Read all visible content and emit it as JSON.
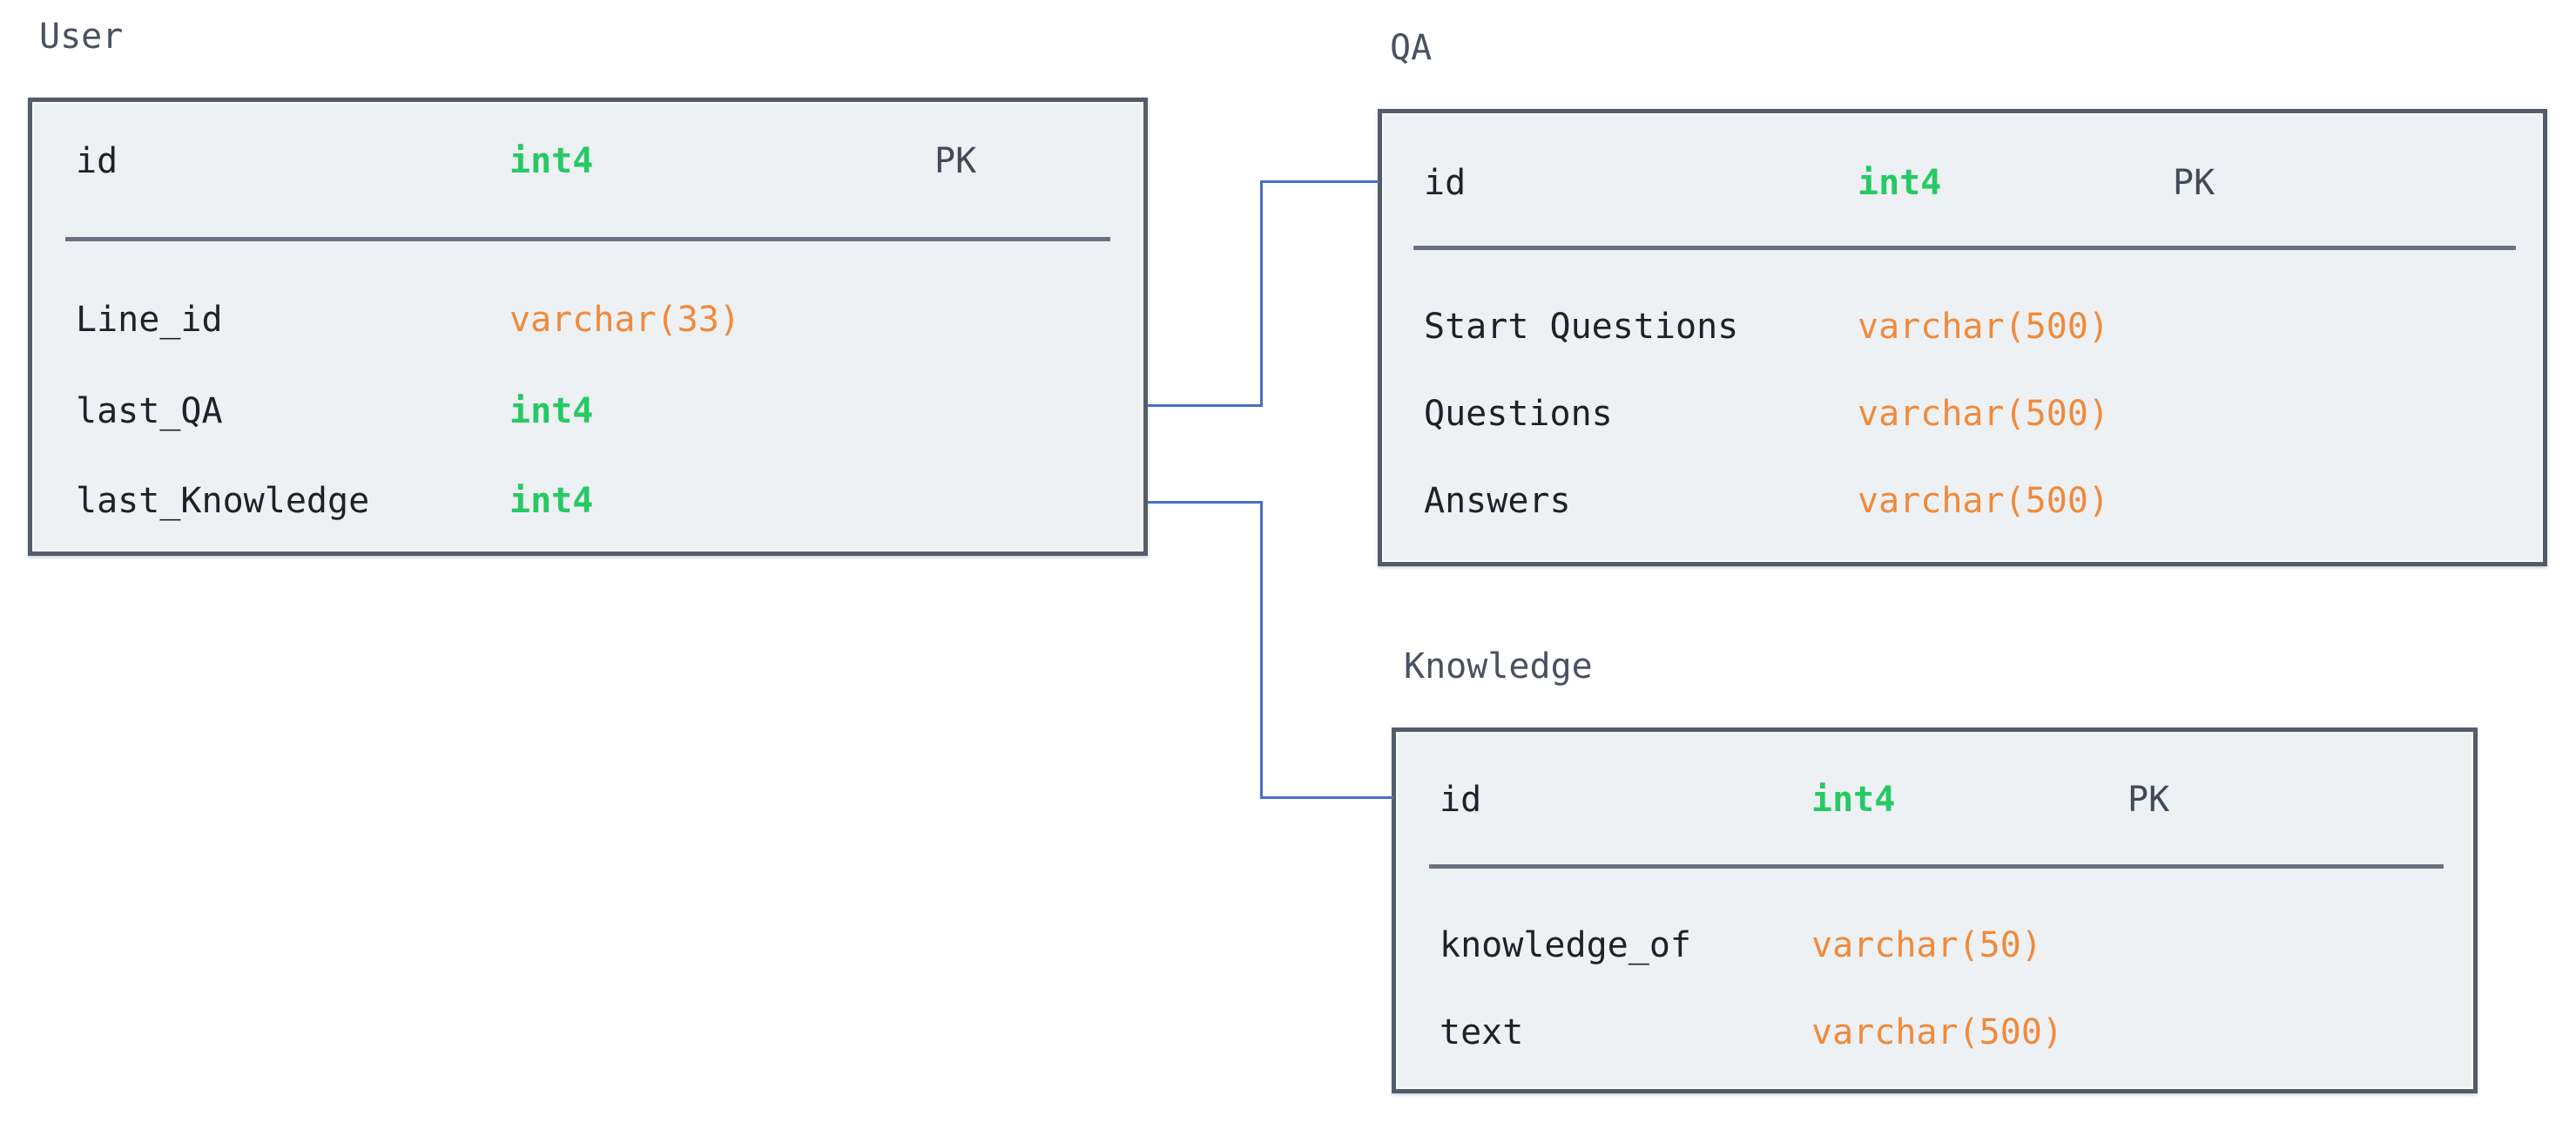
{
  "diagram": {
    "kind": "entity-relationship-diagram",
    "background": "#ffffff",
    "colors": {
      "box_border": "#545b69",
      "box_fill": "#eef1f4",
      "separator": "#6a7181",
      "connector": "#4a6fc4",
      "field_name": "#1d2128",
      "type_int": "#27c964",
      "type_varchar": "#f08a3c",
      "key_label": "#414a57",
      "title": "#4a5160"
    }
  },
  "tables": [
    {
      "id": "user",
      "title": "User",
      "header": {
        "name": "id",
        "type": "int4",
        "type_kind": "int",
        "key": "PK"
      },
      "fields": [
        {
          "name": "Line_id",
          "type": "varchar(33)",
          "type_kind": "varchar",
          "key": ""
        },
        {
          "name": "last_QA",
          "type": "int4",
          "type_kind": "int",
          "key": ""
        },
        {
          "name": "last_Knowledge",
          "type": "int4",
          "type_kind": "int",
          "key": ""
        }
      ]
    },
    {
      "id": "qa",
      "title": "QA",
      "header": {
        "name": "id",
        "type": "int4",
        "type_kind": "int",
        "key": "PK"
      },
      "fields": [
        {
          "name": "Start Questions",
          "type": "varchar(500)",
          "type_kind": "varchar",
          "key": ""
        },
        {
          "name": "Questions",
          "type": "varchar(500)",
          "type_kind": "varchar",
          "key": ""
        },
        {
          "name": "Answers",
          "type": "varchar(500)",
          "type_kind": "varchar",
          "key": ""
        }
      ]
    },
    {
      "id": "knowledge",
      "title": "Knowledge",
      "header": {
        "name": "id",
        "type": "int4",
        "type_kind": "int",
        "key": "PK"
      },
      "fields": [
        {
          "name": "knowledge_of",
          "type": "varchar(50)",
          "type_kind": "varchar",
          "key": ""
        },
        {
          "name": "text",
          "type": "varchar(500)",
          "type_kind": "varchar",
          "key": ""
        }
      ]
    }
  ],
  "relationships": [
    {
      "id": "user-qa",
      "from_table": "User",
      "from_field": "last_QA",
      "to_table": "QA",
      "to_field": "id"
    },
    {
      "id": "user-knowledge",
      "from_table": "User",
      "from_field": "last_Knowledge",
      "to_table": "Knowledge",
      "to_field": "id"
    }
  ]
}
